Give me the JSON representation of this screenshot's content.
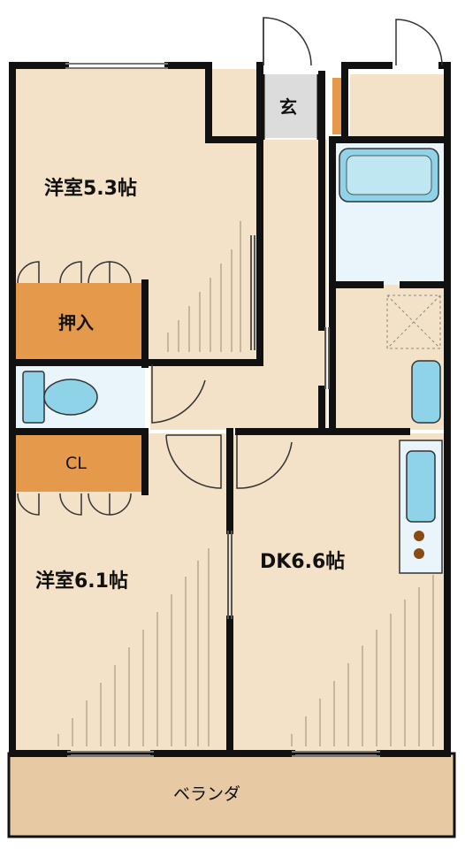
{
  "floorplan": {
    "rooms": {
      "western_room_1": {
        "label": "洋室5.3帖"
      },
      "western_room_2": {
        "label": "洋室6.1帖"
      },
      "dining_kitchen": {
        "label": "DK6.6帖"
      },
      "closet_oshiire": {
        "label": "押入"
      },
      "closet_cl": {
        "label": "CL"
      },
      "entrance": {
        "label": "玄"
      },
      "veranda": {
        "label": "ベランダ"
      }
    },
    "colors": {
      "floor": "#f3e2c8",
      "closet": "#e49a4a",
      "entrance": "#dcdcdc",
      "wet_area": "#eaf5fb",
      "fixture": "#8fd3e8",
      "wall": "#111111",
      "veranda": "#e7caa3",
      "stove": "#8a4a14"
    }
  }
}
